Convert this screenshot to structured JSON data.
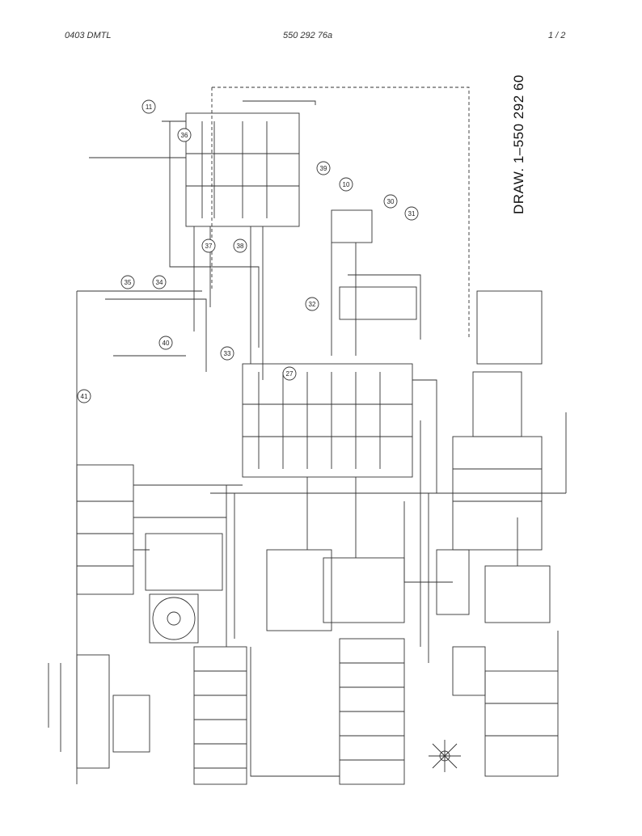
{
  "header": {
    "left": "0403 DMTL",
    "center": "550 292 76a",
    "right": "1 /  2"
  },
  "drawing_title": "DRAW. 1–550 292 60",
  "callouts": [
    "11",
    "36",
    "39",
    "10",
    "30",
    "31",
    "37",
    "38",
    "35",
    "34",
    "32",
    "40",
    "33",
    "27",
    "41"
  ],
  "colors": {
    "line": "#222222",
    "background": "#ffffff"
  }
}
